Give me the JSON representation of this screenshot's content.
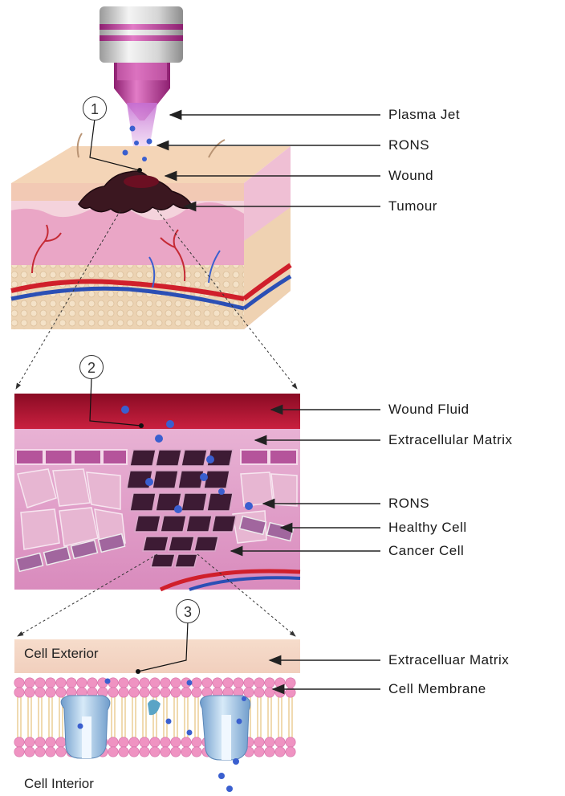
{
  "markers": [
    "1",
    "2",
    "3"
  ],
  "labels": {
    "plasma_jet": "Plasma Jet",
    "rons_top": "RONS",
    "wound": "Wound",
    "tumour": "Tumour",
    "wound_fluid": "Wound Fluid",
    "extracellular_matrix_mid": "Extracellular Matrix",
    "rons_mid": "RONS",
    "healthy_cell": "Healthy Cell",
    "cancer_cell": "Cancer Cell",
    "extracellular_matrix_bottom": "Extracelluar Matrix",
    "cell_membrane": "Cell Membrane",
    "cell_exterior": "Cell Exterior",
    "cell_interior": "Cell Interior"
  },
  "colors": {
    "nozzle_silver": "#c9c9c9",
    "nozzle_magenta": "#c2379a",
    "plasma_plume": "#d9a6e6",
    "skin_surface": "#f3d2b4",
    "dermis_pink": "#e9a9c6",
    "tumour_dark": "#3a1720",
    "wound_fluid": "#b0102e",
    "cell_purple": "#a23c8c",
    "membrane_pink": "#ee8fbf",
    "protein_blue": "#9fc6e6",
    "rons_dot": "#3a5fcf"
  }
}
